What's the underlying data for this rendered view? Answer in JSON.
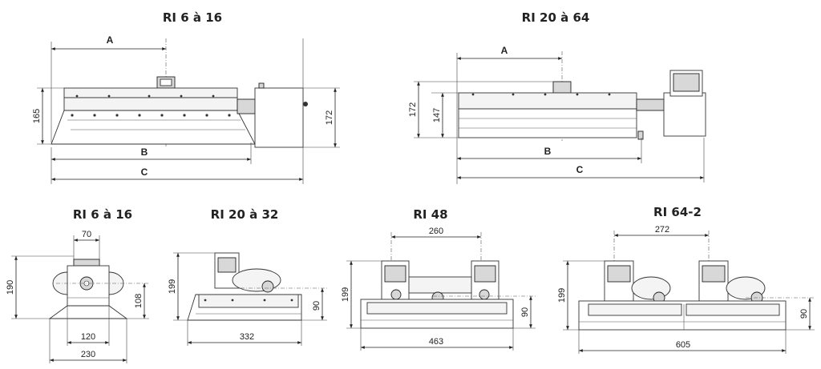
{
  "titles": {
    "top_left": "RI 6 à 16",
    "top_right": "RI 20 à 64",
    "bottom_1": "RI 6 à 16",
    "bottom_2": "RI 20 à 32",
    "bottom_3": "RI 48",
    "bottom_4": "RI 64-2"
  },
  "top_left": {
    "A": "A",
    "B": "B",
    "C": "C",
    "h1": "165",
    "h2": "172"
  },
  "top_right": {
    "A": "A",
    "B": "B",
    "C": "C",
    "h1": "172",
    "h2": "147"
  },
  "bottom_1": {
    "w_top": "70",
    "h": "190",
    "h2": "108",
    "w_mid": "120",
    "w_bot": "230"
  },
  "bottom_2": {
    "h": "199",
    "h2": "90",
    "w": "332"
  },
  "bottom_3": {
    "spacing": "260",
    "h": "199",
    "h2": "90",
    "w": "463"
  },
  "bottom_4": {
    "spacing": "272",
    "h": "199",
    "h2": "90",
    "w": "605"
  }
}
